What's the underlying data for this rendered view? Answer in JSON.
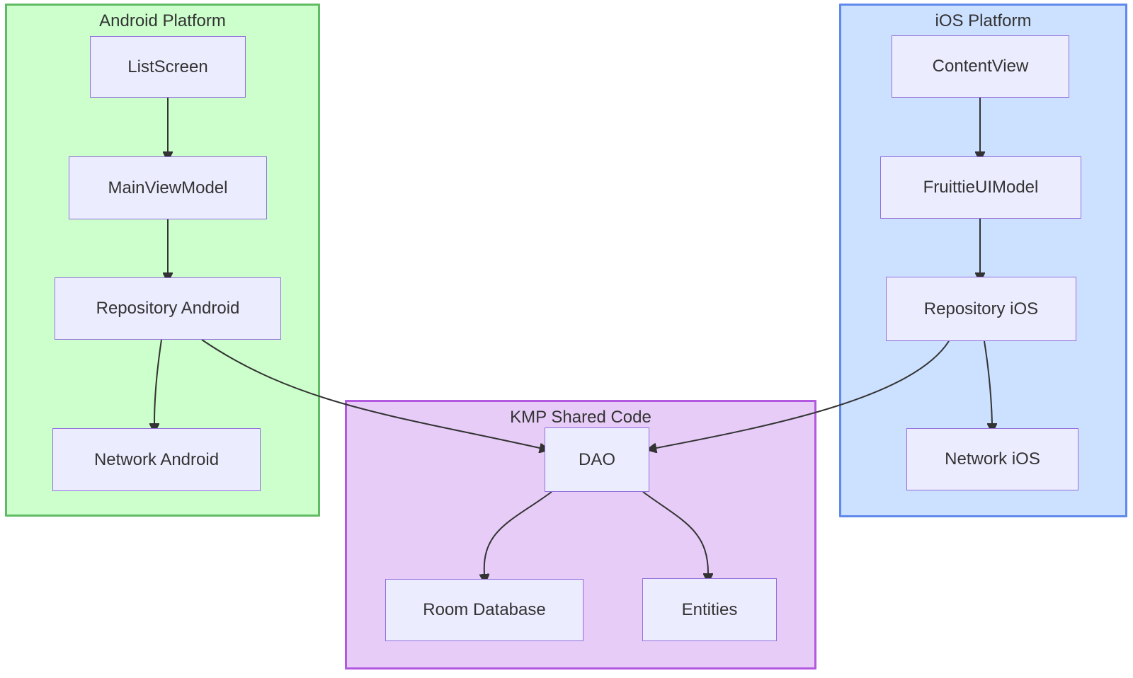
{
  "colors": {
    "android-fill": "#ccffcc",
    "android-border": "#60bb64",
    "ios-fill": "#cce0ff",
    "ios-border": "#6089ec",
    "kmp-fill": "#e6ccf7",
    "kmp-border": "#b259e0",
    "node-fill": "#ececff",
    "node-border": "#9370db",
    "edge-color": "#333333",
    "text-color": "#333333",
    "canvas-bg": "#ffffff"
  },
  "clusters": {
    "android": {
      "title": "Android Platform"
    },
    "ios": {
      "title": "iOS Platform"
    },
    "kmp": {
      "title": "KMP Shared Code"
    }
  },
  "nodes": {
    "listscreen": {
      "label": "ListScreen",
      "cluster": "android"
    },
    "mainviewmodel": {
      "label": "MainViewModel",
      "cluster": "android"
    },
    "repo_android": {
      "label": "Repository Android",
      "cluster": "android"
    },
    "network_android": {
      "label": "Network Android",
      "cluster": "android"
    },
    "contentview": {
      "label": "ContentView",
      "cluster": "ios"
    },
    "fruittieuimodel": {
      "label": "FruittieUIModel",
      "cluster": "ios"
    },
    "repo_ios": {
      "label": "Repository iOS",
      "cluster": "ios"
    },
    "network_ios": {
      "label": "Network iOS",
      "cluster": "ios"
    },
    "dao": {
      "label": "DAO",
      "cluster": "kmp"
    },
    "room_database": {
      "label": "Room Database",
      "cluster": "kmp"
    },
    "entities": {
      "label": "Entities",
      "cluster": "kmp"
    }
  },
  "connections": [
    {
      "from": "ListScreen",
      "to": "MainViewModel"
    },
    {
      "from": "MainViewModel",
      "to": "Repository Android"
    },
    {
      "from": "Repository Android",
      "to": "Network Android"
    },
    {
      "from": "Repository Android",
      "to": "DAO"
    },
    {
      "from": "ContentView",
      "to": "FruittieUIModel"
    },
    {
      "from": "FruittieUIModel",
      "to": "Repository iOS"
    },
    {
      "from": "Repository iOS",
      "to": "Network iOS"
    },
    {
      "from": "Repository iOS",
      "to": "DAO"
    },
    {
      "from": "DAO",
      "to": "Room Database"
    },
    {
      "from": "DAO",
      "to": "Entities"
    }
  ]
}
